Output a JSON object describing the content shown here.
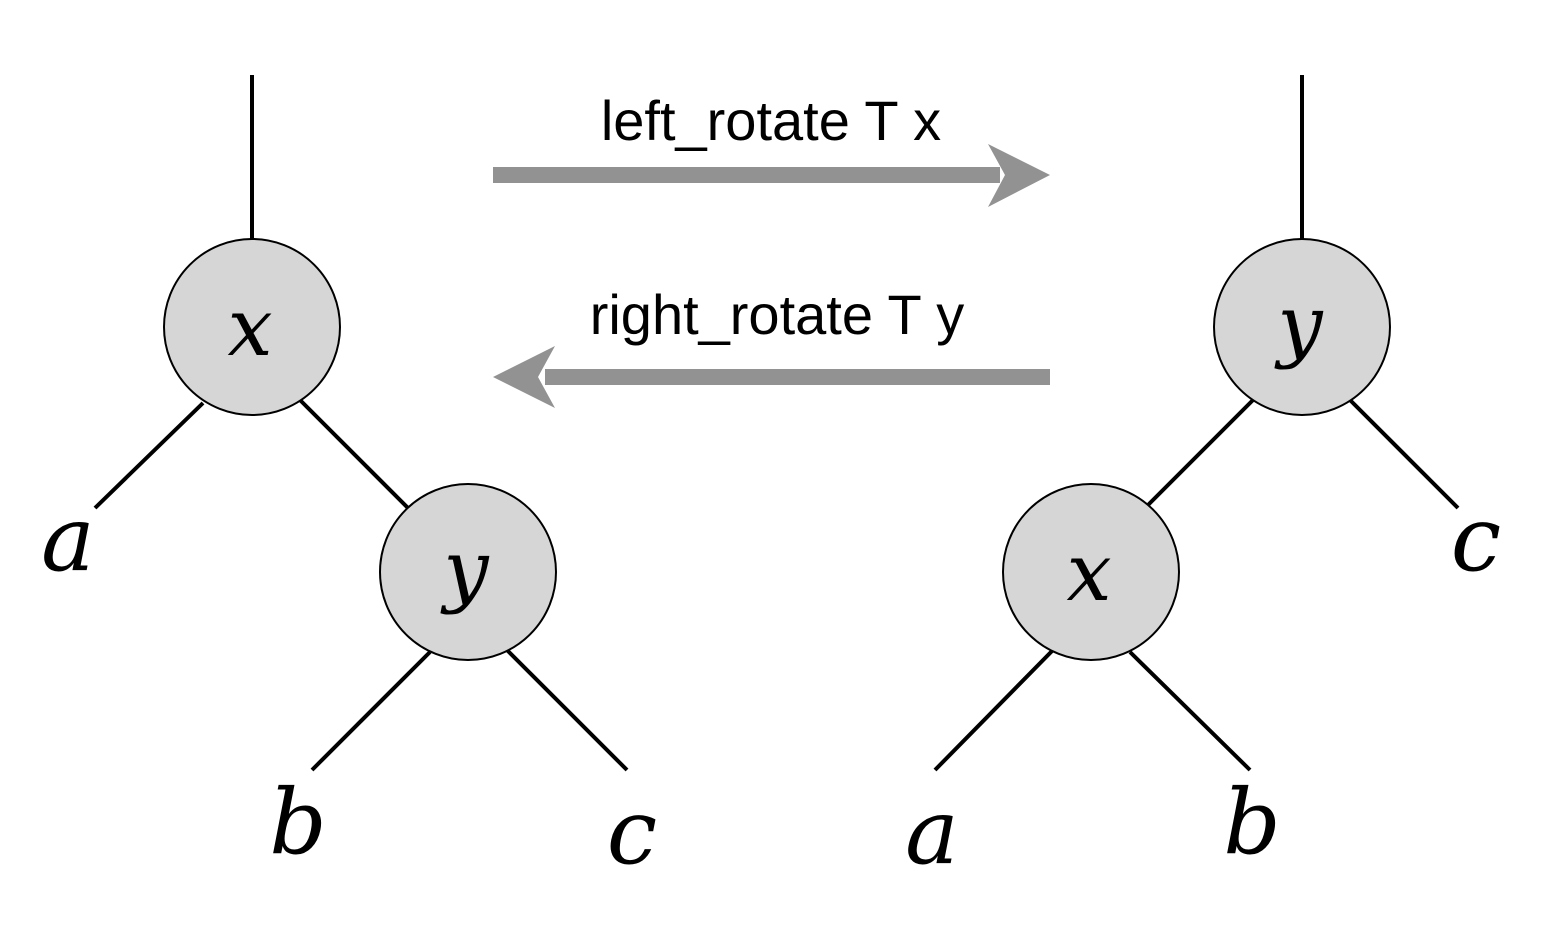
{
  "colors": {
    "node_fill": "#d6d6d6",
    "arrow": "#929292",
    "line": "#000000"
  },
  "operations": {
    "left": "left_rotate T x",
    "right": "right_rotate T y"
  },
  "tree_before": {
    "root": "x",
    "child": "y",
    "leaves": [
      "a",
      "b",
      "c"
    ]
  },
  "tree_after": {
    "root": "y",
    "child": "x",
    "leaves": [
      "a",
      "b",
      "c"
    ]
  }
}
